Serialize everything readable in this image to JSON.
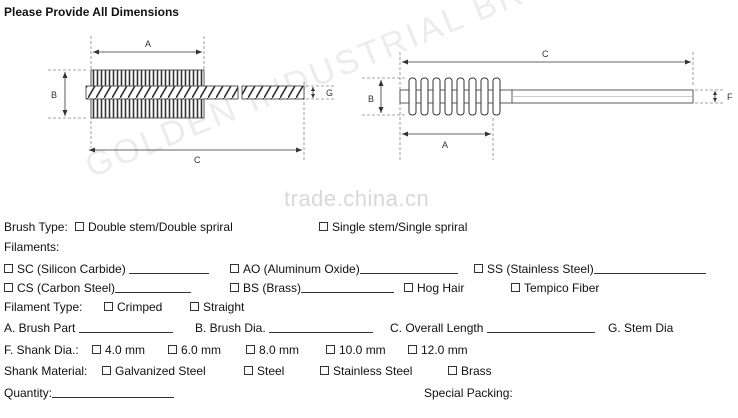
{
  "title": "Please Provide All Dimensions",
  "diagram": {
    "labels": {
      "A": "A",
      "B": "B",
      "C": "C",
      "G": "G",
      "F": "F"
    },
    "watermark_diagonal": "GOLDEN INDUSTRIAL BRUSH",
    "watermark_site": "trade.china.cn"
  },
  "form": {
    "brush_type_label": "Brush Type:",
    "brush_type_opt1": "Double stem/Double spriral",
    "brush_type_opt2": "Single stem/Single spriral",
    "filaments_label": "Filaments:",
    "fil_sc": "SC (Silicon Carbide)",
    "fil_ao": "AO (Aluminum Oxide)",
    "fil_ss": "SS (Stainless Steel)",
    "fil_cs": "CS (Carbon Steel)",
    "fil_bs": "BS (Brass)",
    "fil_hog": "Hog Hair",
    "fil_tempico": "Tempico Fiber",
    "filament_type_label": "Filament Type:",
    "ft_crimped": "Crimped",
    "ft_straight": "Straight",
    "a_label": "A. Brush Part",
    "b_label": "B. Brush Dia.",
    "c_label": "C. Overall Length",
    "g_label": "G. Stem Dia",
    "f_label": "F. Shank Dia.:",
    "f_4": "4.0 mm",
    "f_6": "6.0 mm",
    "f_8": "8.0 mm",
    "f_10": "10.0 mm",
    "f_12": "12.0 mm",
    "shank_label": "Shank Material:",
    "sh_galv": "Galvanized Steel",
    "sh_steel": "Steel",
    "sh_ss": "Stainless Steel",
    "sh_brass": "Brass",
    "qty_label": "Quantity:",
    "packing_label": "Special Packing:"
  }
}
